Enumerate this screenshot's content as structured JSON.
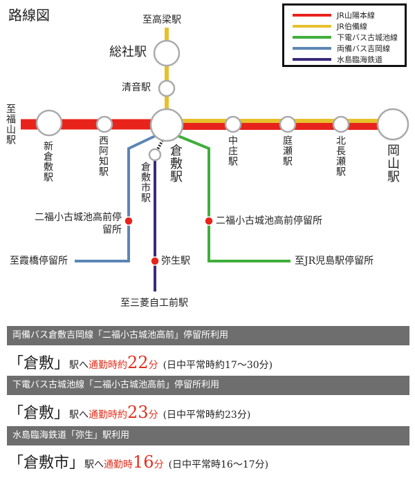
{
  "title": "路線図",
  "legend": [
    {
      "label": "JR山陽本線",
      "color": "#e8231c"
    },
    {
      "label": "JR伯備線",
      "color": "#e6c12c"
    },
    {
      "label": "下電バス古城池線",
      "color": "#3fae3a"
    },
    {
      "label": "両備バス吉岡線",
      "color": "#5b86b5"
    },
    {
      "label": "水島臨海鉄道",
      "color": "#3b2a7a"
    }
  ],
  "stations": {
    "takahashi": "至高梁駅",
    "soja": "総社駅",
    "kiyone": "清音駅",
    "fukuyama": "至福山駅",
    "shinkurashiki": "新倉敷駅",
    "nishiachi": "西阿知駅",
    "kurashiki": "倉敷駅",
    "kurashikishi": "倉敷市駅",
    "nakasho": "中庄駅",
    "niwase": "庭瀬駅",
    "kitanagase": "北長瀬駅",
    "okayama": "岡山駅",
    "stop_left": "二福小古城池高前停留所",
    "stop_right": "二福小古城池高前停留所",
    "kasumibashi": "至霞橋停留所",
    "kojima": "至JR児島駅停留所",
    "yayoi": "弥生駅",
    "mitsubishi": "至三菱自工前駅"
  },
  "routes": [
    {
      "header": "両備バス倉敷吉岡線「二福小古城池高前」停留所利用",
      "dest": "「倉敷」",
      "suffix": "駅へ",
      "commute": "通勤時約",
      "minutes": "22",
      "unit": "分",
      "note": "(日中平常時約17～30分)"
    },
    {
      "header": "下電バス古城池線「二福小古城池高前」停留所利用",
      "dest": "「倉敷」",
      "suffix": "駅へ",
      "commute": "通勤時約",
      "minutes": "23",
      "unit": "分",
      "note": "(日中平常時約23分)"
    },
    {
      "header": "水島臨海鉄道「弥生」駅利用",
      "dest": "「倉敷市」",
      "suffix": "駅へ",
      "commute": "通勤時",
      "minutes": "16",
      "unit": "分",
      "note": "(日中平常時16～17分)"
    }
  ]
}
